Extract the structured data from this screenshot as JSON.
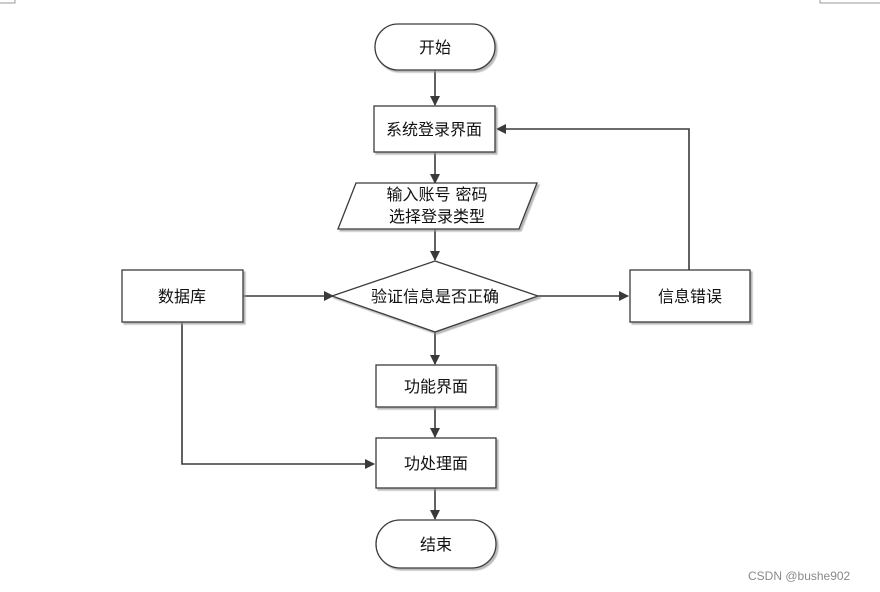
{
  "nodes": {
    "start": "开始",
    "login": "系统登录界面",
    "input_line1": "输入账号 密码",
    "input_line2": "选择登录类型",
    "verify": "验证信息是否正确",
    "database": "数据库",
    "error": "信息错误",
    "function_ui": "功能界面",
    "process": "功处理面",
    "end": "结束"
  },
  "watermark": "CSDN @bushe902"
}
